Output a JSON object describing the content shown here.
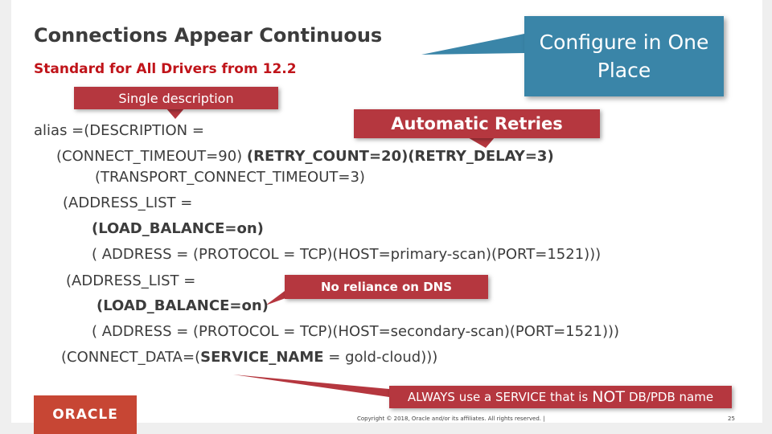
{
  "slide": {
    "title": "Connections Appear Continuous",
    "subtitle": "Standard for All Drivers from 12.2"
  },
  "callouts": {
    "configure": "Configure in One Place",
    "single_description": "Single description",
    "automatic_retries": "Automatic Retries",
    "no_dns": "No reliance on DNS",
    "service_pre": "ALWAYS use a SERVICE that is",
    "service_not": "NOT",
    "service_post": "DB/PDB name"
  },
  "code": {
    "line1": "alias =(DESCRIPTION =",
    "line2_a": "(CONNECT_TIMEOUT=90)",
    "line2_b": "(RETRY_COUNT=20)(RETRY_DELAY=3)",
    "line3": "(TRANSPORT_CONNECT_TIMEOUT=3)",
    "line4": "(ADDRESS_LIST =",
    "line5": "(LOAD_BALANCE=on)",
    "line6": "( ADDRESS = (PROTOCOL = TCP)(HOST=primary-scan)(PORT=1521)))",
    "line7": "(ADDRESS_LIST =",
    "line8": "(LOAD_BALANCE=on)",
    "line9": "( ADDRESS = (PROTOCOL = TCP)(HOST=secondary-scan)(PORT=1521)))",
    "line10_a": "(CONNECT_DATA=(",
    "line10_b": "SERVICE_NAME",
    "line10_c": " = gold-cloud)))"
  },
  "footer": {
    "logo": "ORACLE",
    "copyright": "Copyright © 2018, Oracle and/or its affiliates. All rights reserved. |",
    "page": "25"
  },
  "colors": {
    "callout_red": "#b5373f",
    "callout_blue": "#3a85a8",
    "subtitle_red": "#c0141a",
    "logo_red": "#c74634"
  }
}
